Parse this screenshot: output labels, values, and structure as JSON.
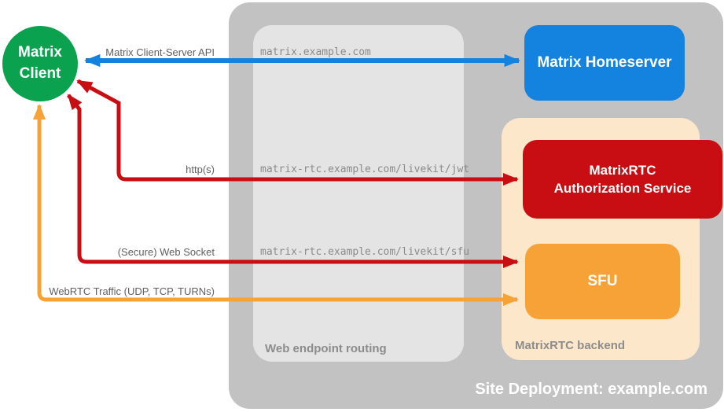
{
  "site": {
    "label": "Site Deployment: example.com"
  },
  "client": {
    "line1": "Matrix",
    "line2": "Client",
    "color": "#0aa24f"
  },
  "nodes": {
    "homeserver": {
      "label": "Matrix Homeserver",
      "color": "#1482df"
    },
    "auth_service": {
      "label": "MatrixRTC Authorization Service",
      "color": "#c90e13"
    },
    "sfu": {
      "label": "SFU",
      "color": "#f7a236"
    }
  },
  "groups": {
    "routing": {
      "label": "Web endpoint routing",
      "color": "#e4e4e4"
    },
    "backend": {
      "label": "MatrixRTC backend",
      "color": "#fce7cb"
    },
    "deployment": {
      "color": "#c2c2c2"
    }
  },
  "connections": [
    {
      "protocol": "Matrix Client-Server API",
      "endpoint": "matrix.example.com",
      "color": "#1482df",
      "from": "Matrix Client",
      "to": "Matrix Homeserver"
    },
    {
      "protocol": "http(s)",
      "endpoint": "matrix-rtc.example.com/livekit/jwt",
      "color": "#c90e13",
      "from": "Matrix Client",
      "to": "MatrixRTC Authorization Service"
    },
    {
      "protocol": "(Secure) Web Socket",
      "endpoint": "matrix-rtc.example.com/livekit/sfu",
      "color": "#c90e13",
      "from": "Matrix Client",
      "to": "SFU"
    },
    {
      "protocol": "WebRTC Traffic (UDP, TCP, TURNs)",
      "endpoint": "",
      "color": "#f7a236",
      "from": "Matrix Client",
      "to": "SFU"
    }
  ]
}
